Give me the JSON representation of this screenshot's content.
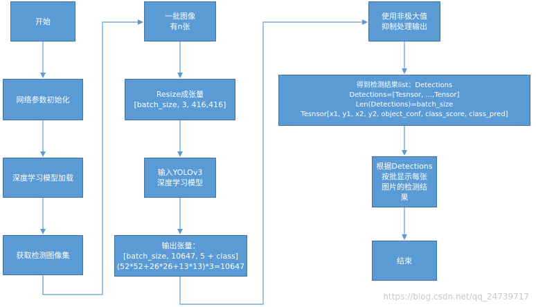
{
  "nodes": {
    "start": "开始",
    "init_params": "网络参数初始化",
    "load_model": "深度学习模型加载",
    "get_images": "获取检测图像集",
    "batch_images": "一批图像\n有n张",
    "resize": "Resize成张量\n[batch_size, 3, 416,416]",
    "input_yolo": "输入YOLOv3\n深度学习模型",
    "output_tensor": "输出张量：\n[batch_size, 10647, 5 + class]\n(52*52+26*26+13*13)*3=10647",
    "nms": "使用非极大值\n抑制处理输出",
    "detections": "得到检测结果list：Detections\nDetections=[Tesnsor, ...,Tensor]\nLen(Detections)=batch_size\nTesnsor[x1, y1, x2, y2, object_conf, class_score, class_pred]",
    "display": "根据Detections\n按批显示每张\n图片的检测结\n果",
    "end": "结束"
  },
  "colors": {
    "box_fill": "#5b9bd5",
    "box_border": "#41719c",
    "arrow": "#5b9bd5"
  },
  "watermark": "https://blog.csdn.net/qq_24739717"
}
